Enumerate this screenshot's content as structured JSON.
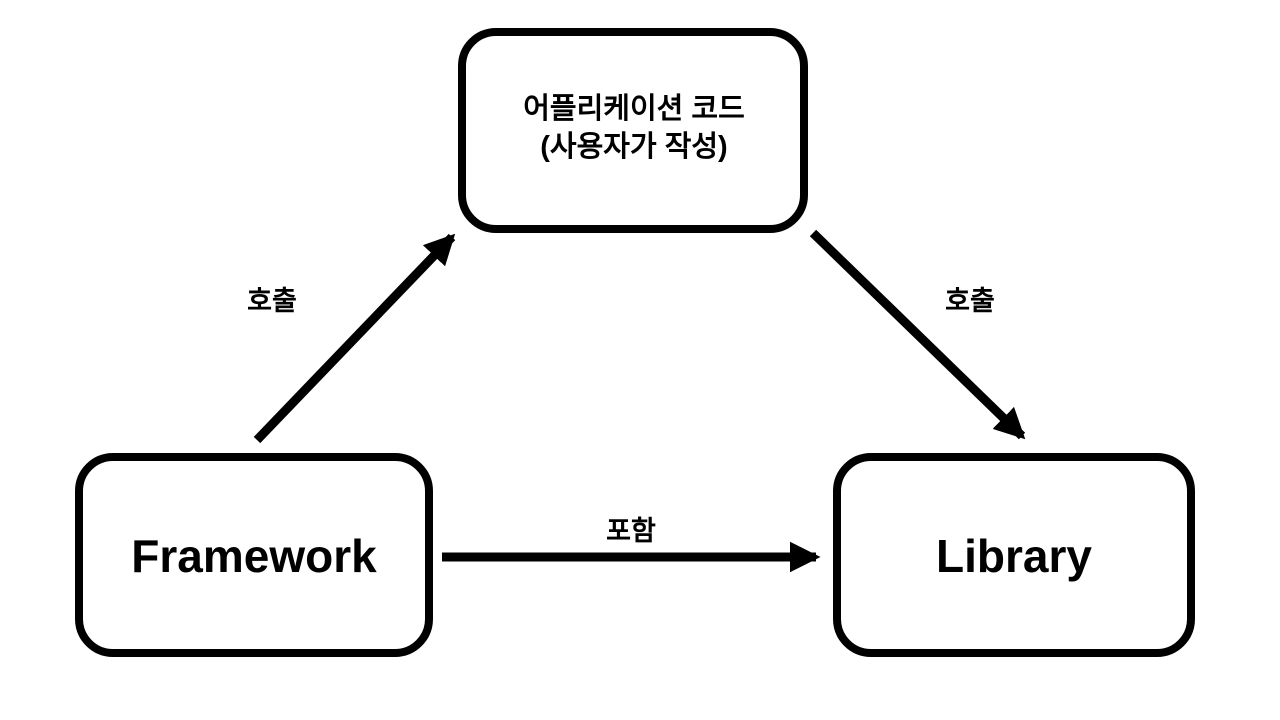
{
  "canvas": {
    "background": "#ffffff",
    "stroke_color": "#000000",
    "text_color": "#000000"
  },
  "nodes": {
    "application_code": {
      "label_line1": "어플리케이션 코드",
      "label_line2": "(사용자가 작성)"
    },
    "framework": {
      "label": "Framework"
    },
    "library": {
      "label": "Library"
    }
  },
  "edges": {
    "framework_to_application": {
      "label": "호출"
    },
    "application_to_library": {
      "label": "호출"
    },
    "framework_to_library": {
      "label": "포함"
    }
  }
}
